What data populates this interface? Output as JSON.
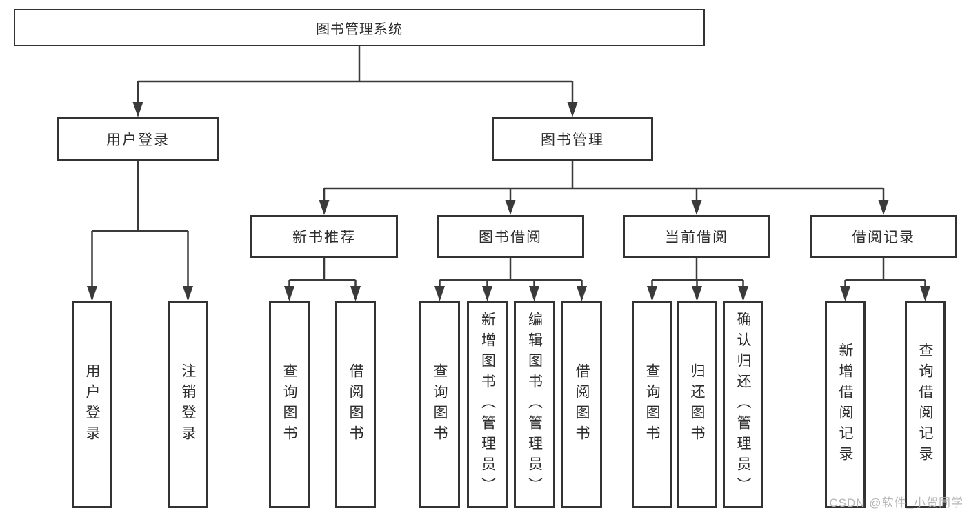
{
  "diagram": {
    "title": "图书管理系统",
    "root": {
      "label": "图书管理系统"
    },
    "branches": [
      {
        "label": "用户登录",
        "leaves": [
          "用户登录",
          "注销登录"
        ]
      },
      {
        "label": "图书管理",
        "children": [
          {
            "label": "新书推荐",
            "leaves": [
              "查询图书",
              "借阅图书"
            ]
          },
          {
            "label": "图书借阅",
            "leaves": [
              "查询图书",
              "新增图书（管理员）",
              "编辑图书（管理员）",
              "借阅图书"
            ]
          },
          {
            "label": "当前借阅",
            "leaves": [
              "查询图书",
              "归还图书",
              "确认归还（管理员）"
            ]
          },
          {
            "label": "借阅记录",
            "leaves": [
              "新增借阅记录",
              "查询借阅记录"
            ]
          }
        ]
      }
    ]
  },
  "watermark": "CSDN @软件_小贺同学",
  "colors": {
    "line": "#3a3a3a",
    "box_border": "#333333",
    "text": "#2d2d2d",
    "watermark": "#b5b5b5",
    "background": "#ffffff"
  }
}
